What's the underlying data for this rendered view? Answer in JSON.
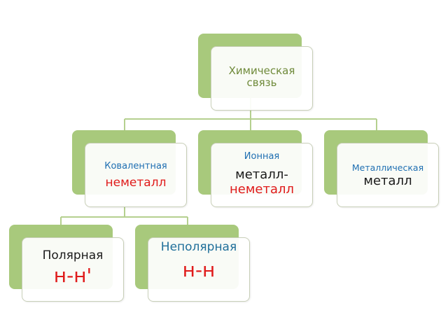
{
  "root": {
    "title": "Химическая связь"
  },
  "covalent": {
    "title": "Ковалентная",
    "subtitle": "неметалл"
  },
  "ionic": {
    "title": "Ионная",
    "line1": "металл-",
    "line2": "неметалл"
  },
  "metallic": {
    "title": "Металлическая",
    "subtitle": "металл"
  },
  "polar": {
    "title": "Полярная",
    "formula": "н-н'"
  },
  "nonpolar": {
    "title": "Неполярная",
    "formula": "н-н"
  },
  "colors": {
    "node_back": "#a8c97c",
    "connector": "#a8c97c",
    "title_blue": "#1f6fb2",
    "title_olive": "#6f8a3a",
    "accent_red": "#e01b1b",
    "text_dark": "#1a1a1a"
  }
}
